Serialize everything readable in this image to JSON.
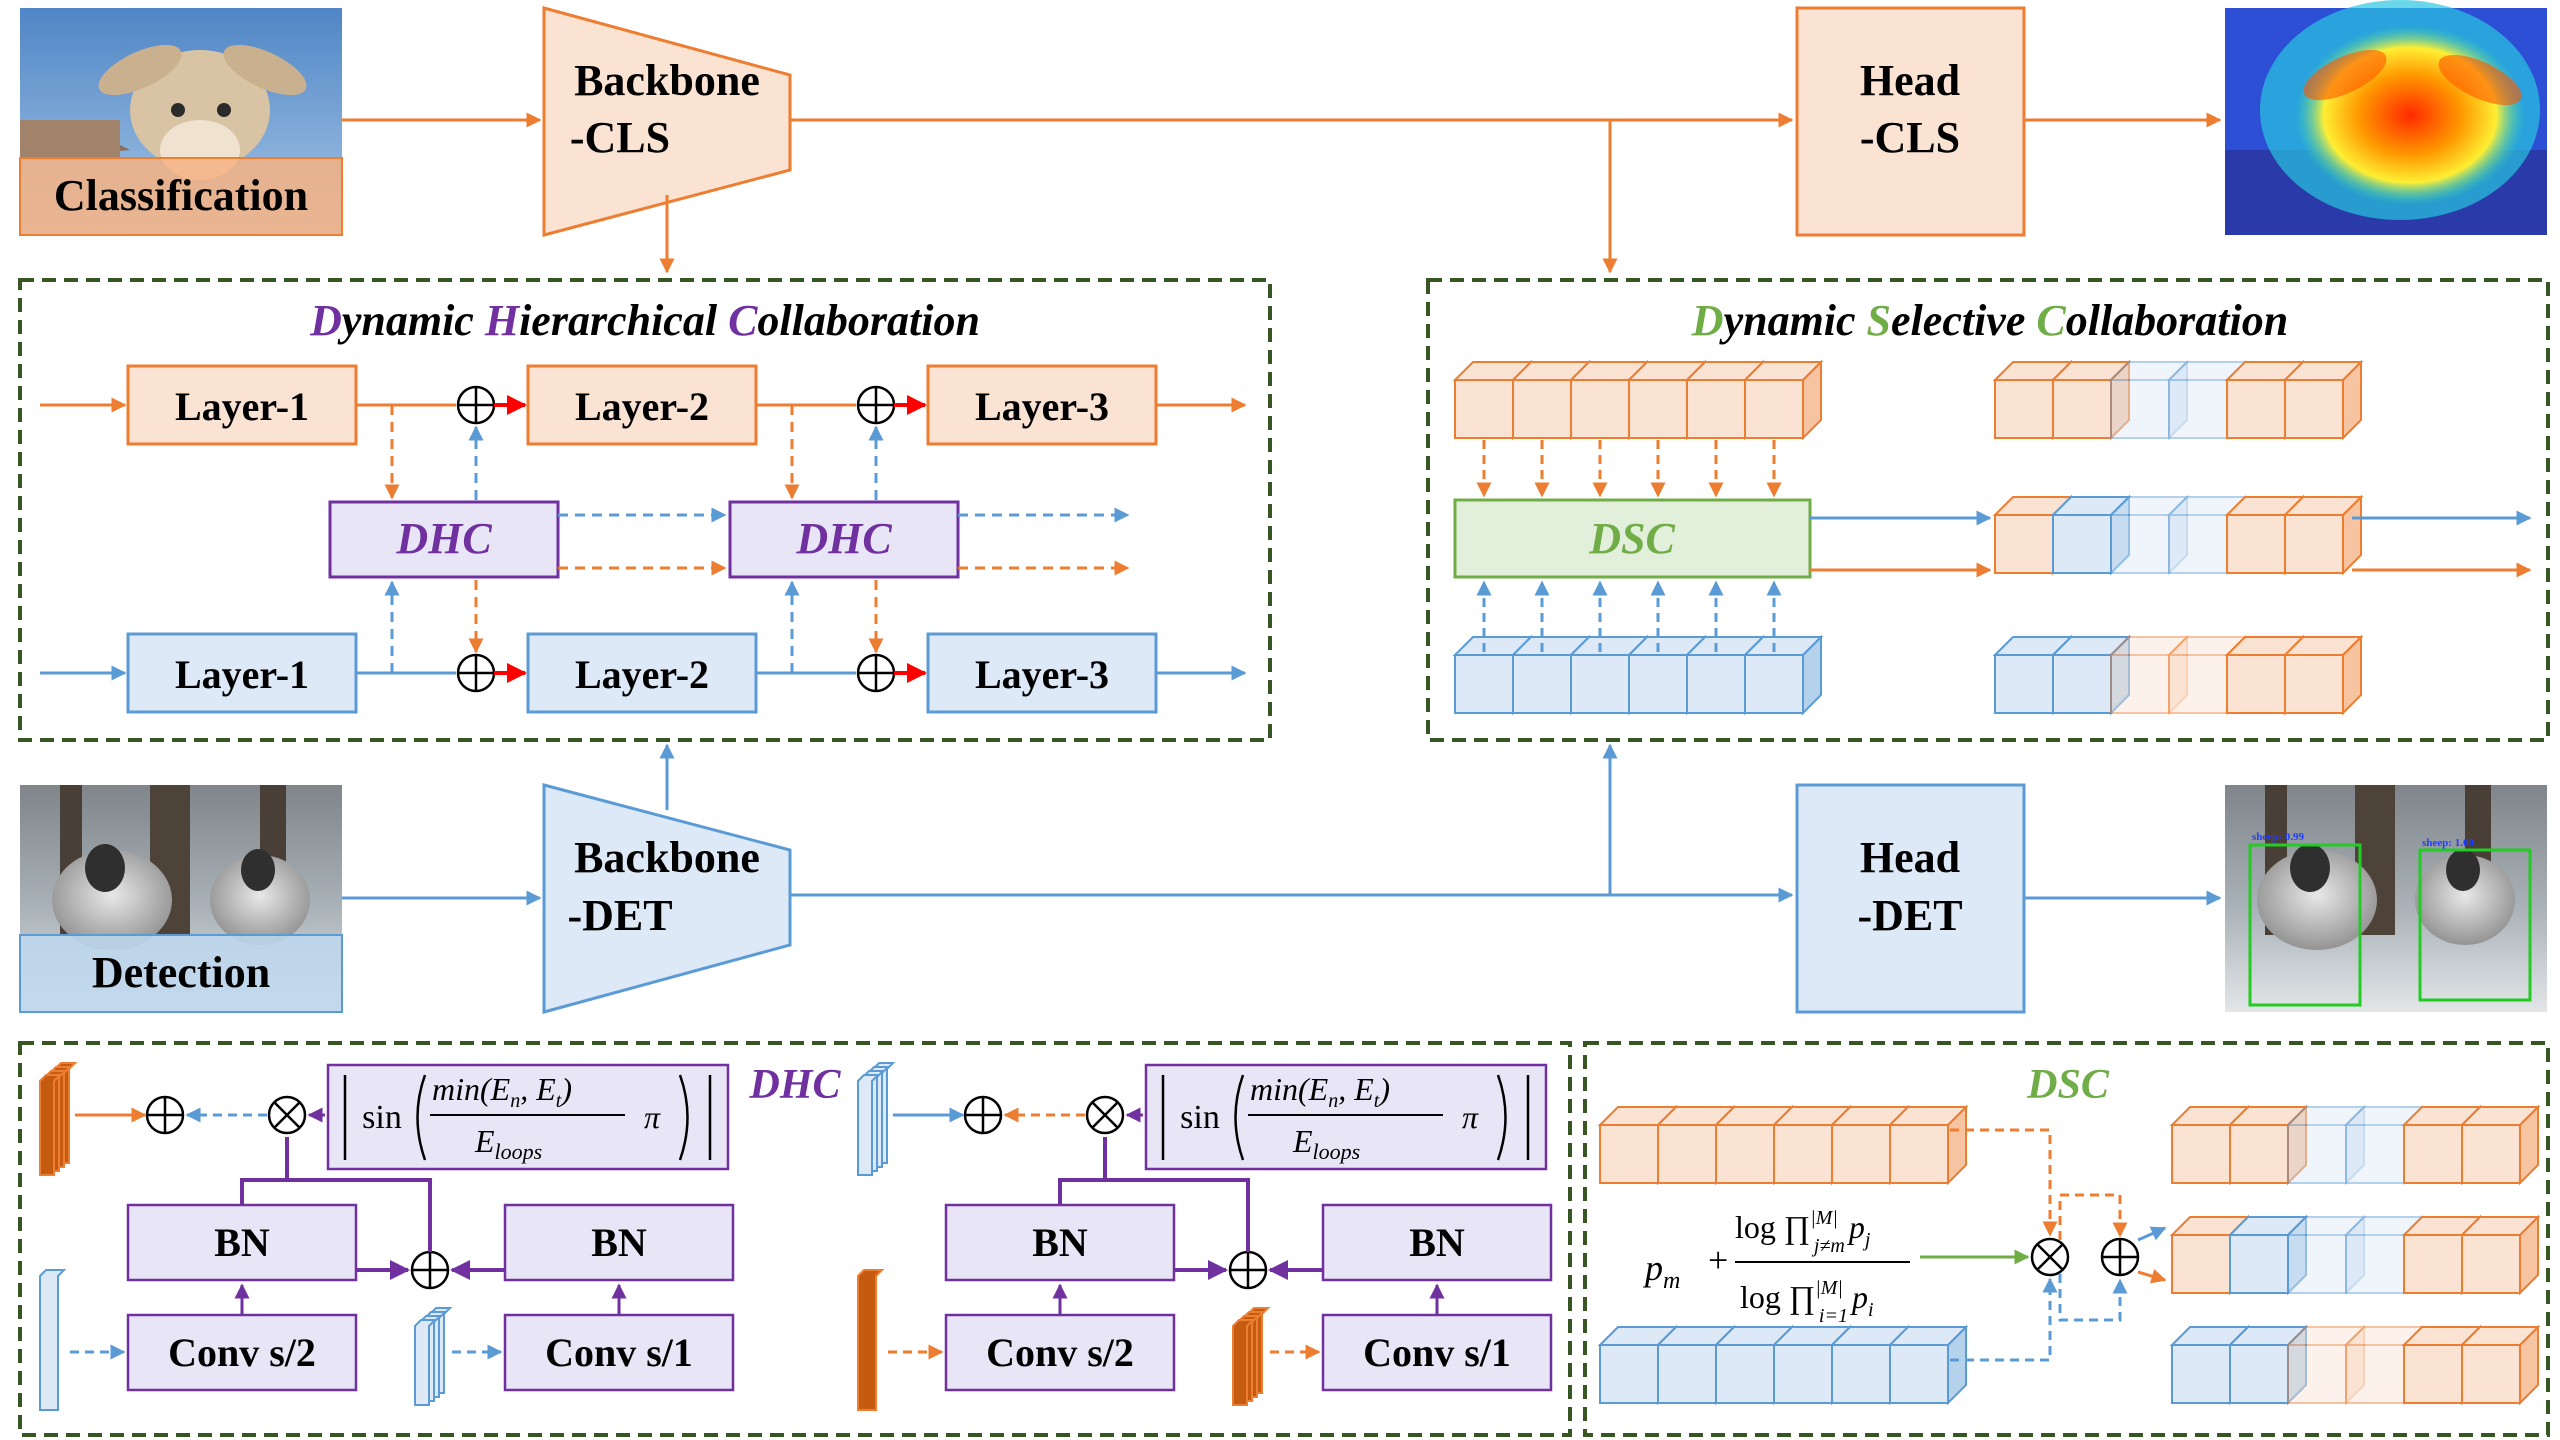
{
  "inputs": {
    "classification_label": "Classification",
    "detection_label": "Detection"
  },
  "backbones": {
    "cls": {
      "line1": "Backbone",
      "line2": "-CLS"
    },
    "det": {
      "line1": "Backbone",
      "line2": "-DET"
    }
  },
  "heads": {
    "cls": {
      "line1": "Head",
      "line2": "-CLS"
    },
    "det": {
      "line1": "Head",
      "line2": "-DET"
    }
  },
  "dhc_panel": {
    "title_parts": [
      {
        "text": "D",
        "color": "#7030a0"
      },
      {
        "text": "ynamic ",
        "color": "#000000"
      },
      {
        "text": "H",
        "color": "#7030a0"
      },
      {
        "text": "ierarchical ",
        "color": "#000000"
      },
      {
        "text": "C",
        "color": "#7030a0"
      },
      {
        "text": "ollaboration",
        "color": "#000000"
      }
    ],
    "layers": [
      "Layer-1",
      "Layer-2",
      "Layer-3"
    ],
    "module_label": "DHC"
  },
  "dsc_panel": {
    "title_parts": [
      {
        "text": "D",
        "color": "#70ad47"
      },
      {
        "text": "ynamic ",
        "color": "#000000"
      },
      {
        "text": "S",
        "color": "#70ad47"
      },
      {
        "text": "elective ",
        "color": "#000000"
      },
      {
        "text": "C",
        "color": "#70ad47"
      },
      {
        "text": "ollaboration",
        "color": "#000000"
      }
    ],
    "module_label": "DSC"
  },
  "detail_dhc": {
    "title": "DHC",
    "bn_label": "BN",
    "conv_s2_label": "Conv s/2",
    "conv_s1_label": "Conv s/1",
    "formula": {
      "sin": "sin",
      "num": "min(E",
      "num_sub_n": "n",
      "comma": ", E",
      "num_sub_t": "t",
      "num_close": ")",
      "den": "E",
      "den_sub": "loops",
      "pi": "π"
    }
  },
  "detail_dsc": {
    "title": "DSC",
    "formula": {
      "pm": "p",
      "pm_sub": "m",
      "plus": "+",
      "num_log": "log ∏",
      "num_sup": "|M|",
      "num_sub": "j≠m",
      "num_p": "p",
      "num_p_sub": "j",
      "den_log": "log ∏",
      "den_sup": "|M|",
      "den_sub": "i=1",
      "den_p": "p",
      "den_p_sub": "i"
    }
  },
  "outputs": {
    "det_box1_label": "sheep: 0.99",
    "det_box2_label": "sheep: 1.00"
  },
  "colors": {
    "orange": "#ed7d31",
    "orange_fill": "#fbe3d3",
    "blue": "#5b9bd5",
    "blue_fill": "#dde9f6",
    "purple": "#7030a0",
    "purple_fill": "#e8e6f6",
    "green": "#70ad47",
    "green_fill": "#e2efda",
    "dark_green": "#375623",
    "red": "#ff0000"
  }
}
